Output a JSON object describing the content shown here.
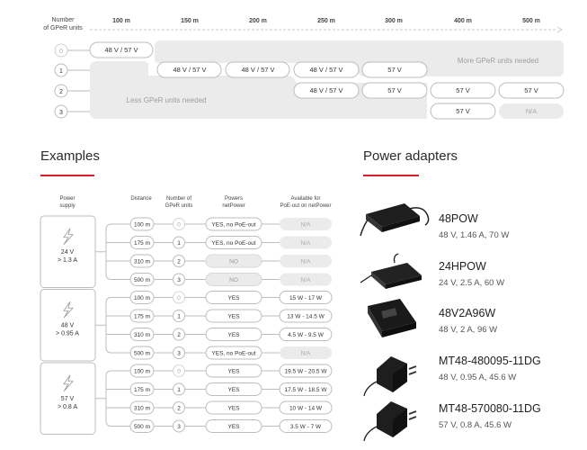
{
  "top": {
    "header": [
      "Number",
      "of GPeR units"
    ],
    "distances": [
      "100 m",
      "150 m",
      "200 m",
      "250 m",
      "300 m",
      "400 m",
      "500 m"
    ],
    "units": [
      "0",
      "1",
      "2",
      "3"
    ],
    "row0": [
      "48 V / 57 V"
    ],
    "row1": [
      "48 V / 57 V",
      "48 V / 57 V",
      "48 V / 57 V",
      "57 V"
    ],
    "row2": [
      "48 V / 57 V",
      "57 V",
      "57 V",
      "57 V"
    ],
    "row3": [
      "57 V",
      "N/A"
    ],
    "more_label": "More GPeR units needed",
    "less_label": "Less GPeR units needed"
  },
  "examples": {
    "title": "Examples",
    "headers": {
      "supply": [
        "Power",
        "supply"
      ],
      "distance": [
        "Distance"
      ],
      "units": [
        "Number of",
        "GPeR units"
      ],
      "powers": [
        "Powers",
        "netPower"
      ],
      "available": [
        "Available for",
        "PoE-out on netPower"
      ]
    },
    "supplies": [
      {
        "voltage": "24 V",
        "current": "> 1.3 A"
      },
      {
        "voltage": "48 V",
        "current": "> 0.95 A"
      },
      {
        "voltage": "57 V",
        "current": "> 0.8 A"
      }
    ],
    "rows": [
      {
        "distance": "100 m",
        "units": "0",
        "powers": "YES, no PoE-out",
        "available": "N/A"
      },
      {
        "distance": "175 m",
        "units": "1",
        "powers": "YES, no PoE-out",
        "available": "N/A"
      },
      {
        "distance": "310 m",
        "units": "2",
        "powers": "NO",
        "available": "N/A"
      },
      {
        "distance": "500 m",
        "units": "3",
        "powers": "NO",
        "available": "N/A"
      },
      {
        "distance": "100 m",
        "units": "0",
        "powers": "YES",
        "available": "15 W - 17 W"
      },
      {
        "distance": "175 m",
        "units": "1",
        "powers": "YES",
        "available": "13 W - 14.5 W"
      },
      {
        "distance": "310 m",
        "units": "2",
        "powers": "YES",
        "available": "4.5 W - 9.5 W"
      },
      {
        "distance": "500 m",
        "units": "3",
        "powers": "YES, no PoE-out",
        "available": "N/A"
      },
      {
        "distance": "100 m",
        "units": "0",
        "powers": "YES",
        "available": "19.5 W - 20.5 W"
      },
      {
        "distance": "175 m",
        "units": "1",
        "powers": "YES",
        "available": "17.5 W - 18.5 W"
      },
      {
        "distance": "310 m",
        "units": "2",
        "powers": "YES",
        "available": "10 W - 14 W"
      },
      {
        "distance": "500 m",
        "units": "3",
        "powers": "YES",
        "available": "3.5 W - 7 W"
      }
    ]
  },
  "adapters": {
    "title": "Power adapters",
    "items": [
      {
        "name": "48POW",
        "spec": "48 V, 1.46 A, 70 W"
      },
      {
        "name": "24HPOW",
        "spec": "24 V, 2.5 A, 60 W"
      },
      {
        "name": "48V2A96W",
        "spec": "48 V, 2 A, 96 W"
      },
      {
        "name": "MT48-480095-11DG",
        "spec": "48 V, 0.95 A, 45.6 W"
      },
      {
        "name": "MT48-570080-11DG",
        "spec": "57 V, 0.8 A, 45.6 W"
      }
    ]
  },
  "colors": {
    "accent": "#d71e28",
    "fill": "#ebebeb",
    "border": "#bdbdbd",
    "text": "#333333",
    "muted": "#9e9e9e"
  }
}
